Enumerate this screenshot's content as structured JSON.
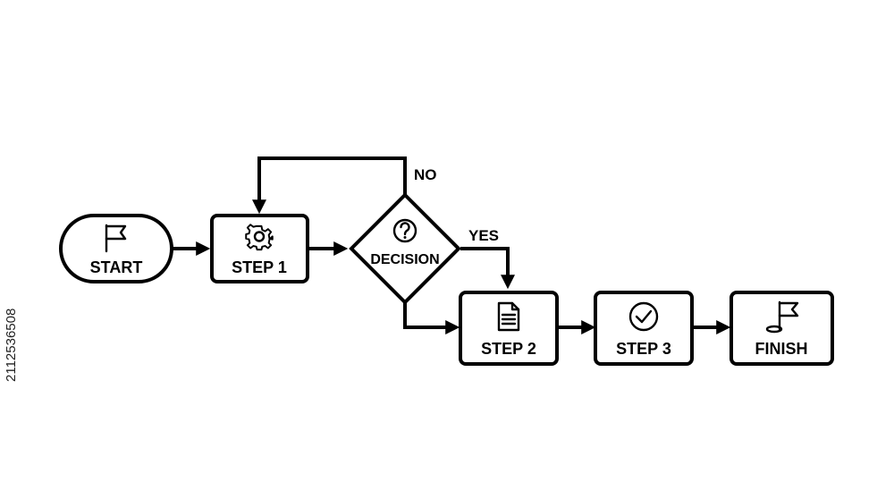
{
  "nodes": {
    "start": {
      "label": "START",
      "icon": "flag-icon"
    },
    "step1": {
      "label": "STEP 1",
      "icon": "gear-icon"
    },
    "decision": {
      "label": "DECISION",
      "icon": "question-icon"
    },
    "step2": {
      "label": "STEP 2",
      "icon": "document-icon"
    },
    "step3": {
      "label": "STEP 3",
      "icon": "check-circle-icon"
    },
    "finish": {
      "label": "FINISH",
      "icon": "golf-flag-icon"
    }
  },
  "edges": {
    "no_label": "NO",
    "yes_label": "YES"
  },
  "watermark": {
    "stock_id": "2112536508"
  }
}
